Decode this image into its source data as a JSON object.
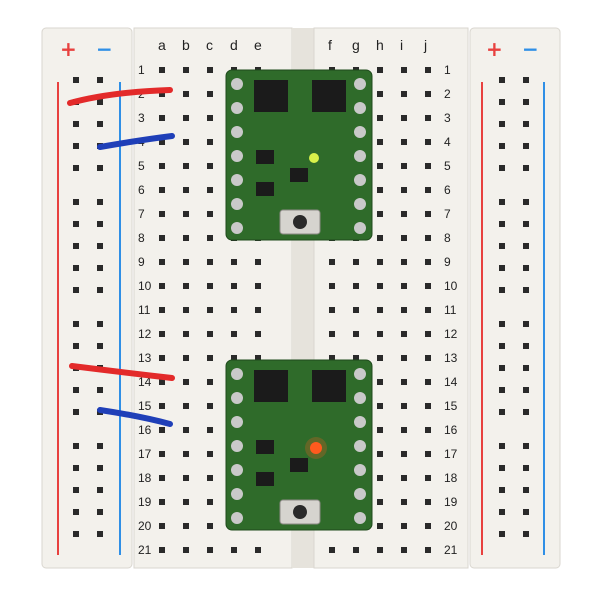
{
  "breadboard": {
    "power_rail_left": {
      "plus": "+",
      "minus": "−"
    },
    "power_rail_right": {
      "plus": "+",
      "minus": "−"
    },
    "columns_left": [
      "a",
      "b",
      "c",
      "d",
      "e"
    ],
    "columns_right": [
      "f",
      "g",
      "h",
      "i",
      "j"
    ],
    "rows": [
      "1",
      "2",
      "3",
      "4",
      "5",
      "6",
      "7",
      "8",
      "9",
      "10",
      "11",
      "12",
      "13",
      "14",
      "15",
      "16",
      "17",
      "18",
      "19",
      "20",
      "21"
    ],
    "colors": {
      "board": "#f3f1ec",
      "hole": "#2a2a2a",
      "rail_red": "#e8413f",
      "rail_blue": "#2f8fe6",
      "pcb": "#2f6b2a",
      "wire_red": "#e32a2a",
      "wire_blue": "#1f3fb8"
    }
  },
  "modules": [
    {
      "name": "top-module",
      "led_color": "#d8f24a"
    },
    {
      "name": "bottom-module",
      "led_color": "#ff5a1e"
    }
  ]
}
